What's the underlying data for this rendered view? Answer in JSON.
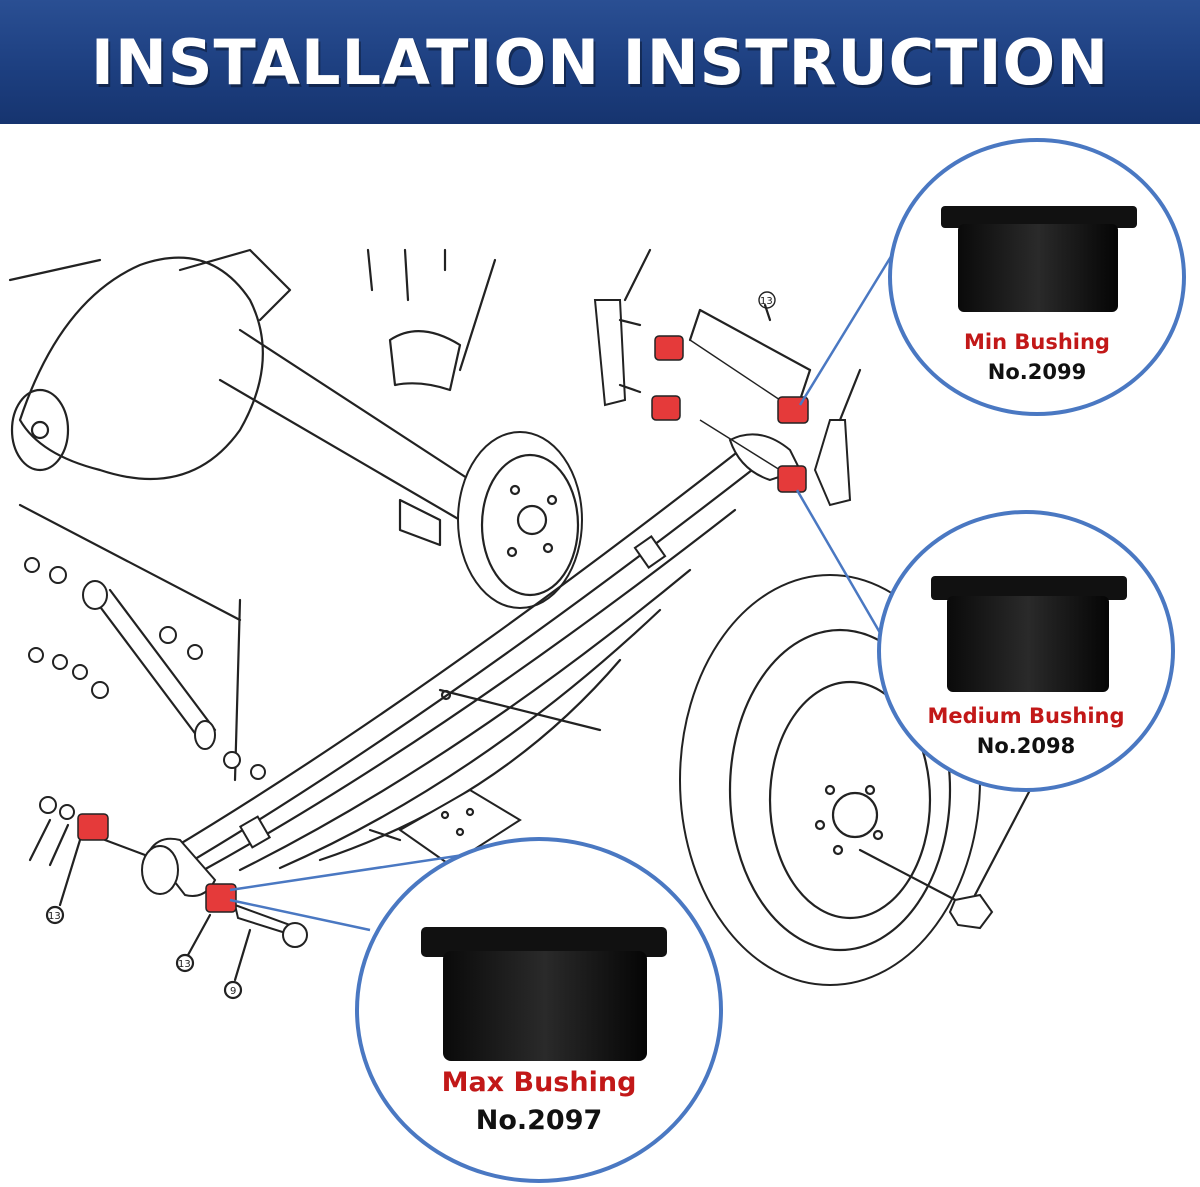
{
  "header": {
    "title": "INSTALLATION INSTRUCTION"
  },
  "colors": {
    "header_blue": "#1d3f80",
    "callout_border": "#4a78c2",
    "bushing_red": "#e53a3a",
    "label_red": "#c21818"
  },
  "callouts": {
    "min": {
      "name": "Min Bushing",
      "number": "No.2099"
    },
    "medium": {
      "name": "Medium Bushing",
      "number": "No.2098"
    },
    "max": {
      "name": "Max Bushing",
      "number": "No.2097"
    }
  },
  "part_refs": {
    "top": "13",
    "left_upper": "13",
    "left_lower": "13",
    "bolt": "9"
  }
}
